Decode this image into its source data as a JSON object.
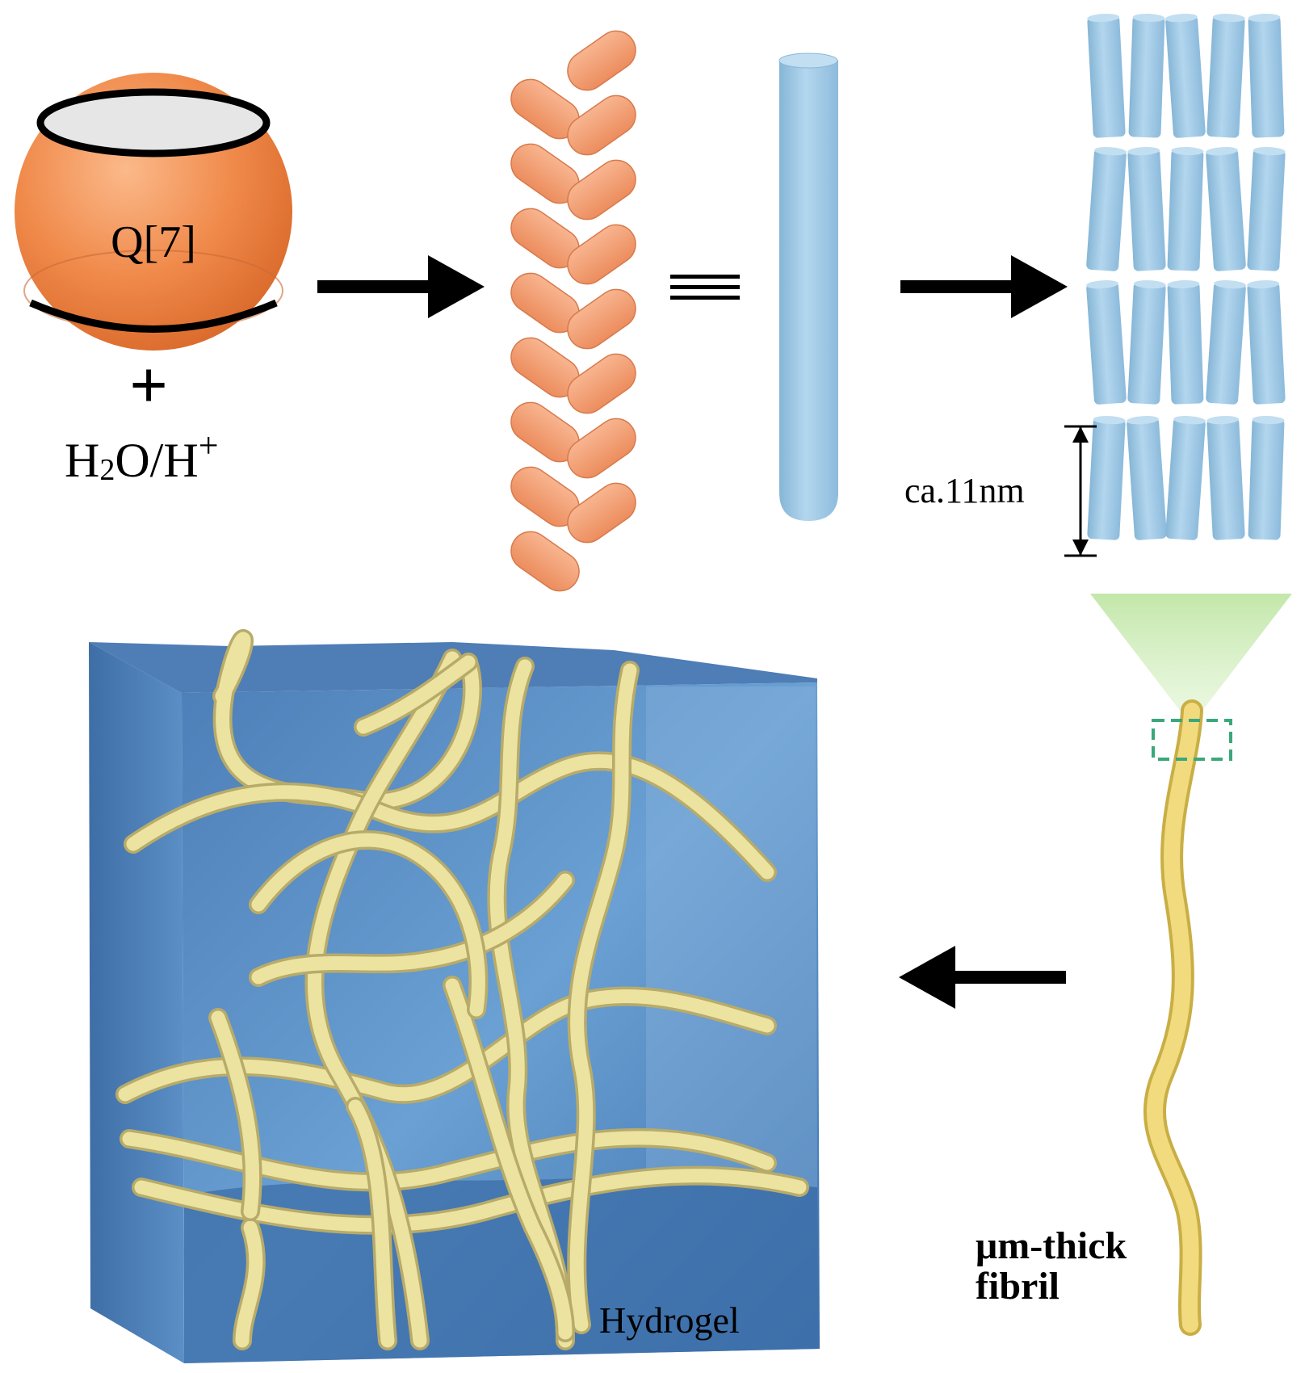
{
  "labels": {
    "q7": "Q[7]",
    "plus": "+",
    "solvent_main": "H",
    "solvent_sub1": "2",
    "solvent_mid": "O/H",
    "solvent_sup": "+",
    "equiv": "≡",
    "dimension": "ca.11nm",
    "fibril_line1": "μm-thick",
    "fibril_line2": "fibril",
    "hydrogel": "Hydrogel"
  },
  "colors": {
    "sphere": "#f08a4b",
    "pill": "#f5a276",
    "rod": "#9ec8e3",
    "gel": "#5b8fc6",
    "fiber": "#ece3a0",
    "fibril": "#f0d878",
    "glow": "#b8e39a",
    "box": "#3aa87a"
  }
}
